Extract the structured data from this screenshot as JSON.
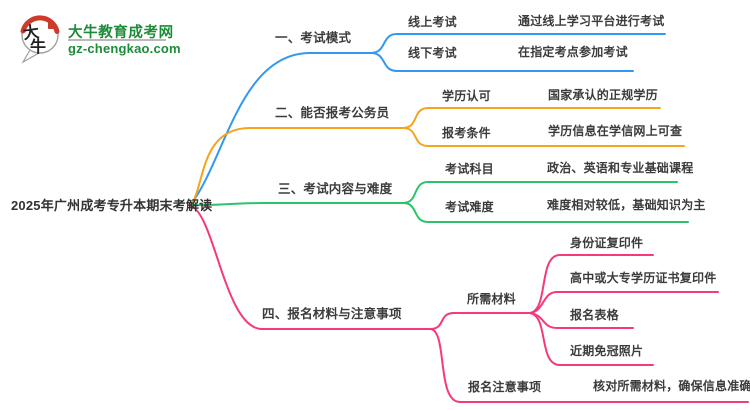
{
  "logo": {
    "bubble_char_1": "大",
    "bubble_char_2": "牛",
    "site_name": "大牛教育成考网",
    "site_url": "gz-chengkao.com"
  },
  "colors": {
    "branch_blue": "#3398f0",
    "branch_orange": "#f7a41d",
    "branch_green": "#2cc36a",
    "branch_pink": "#f5397d",
    "text": "#3c3c3c",
    "logo_green": "#1e8b3b",
    "logo_red": "#ce3a2c",
    "bubble_outline": "#a0a0a0"
  },
  "central_topic": "2025年广州成考专升本期末考解读",
  "branches": [
    {
      "label": "一、考试模式",
      "children": [
        {
          "label": "线上考试",
          "detail": "通过线上学习平台进行考试"
        },
        {
          "label": "线下考试",
          "detail": "在指定考点参加考试"
        }
      ]
    },
    {
      "label": "二、能否报考公务员",
      "children": [
        {
          "label": "学历认可",
          "detail": "国家承认的正规学历"
        },
        {
          "label": "报考条件",
          "detail": "学历信息在学信网上可查"
        }
      ]
    },
    {
      "label": "三、考试内容与难度",
      "children": [
        {
          "label": "考试科目",
          "detail": "政治、英语和专业基础课程"
        },
        {
          "label": "考试难度",
          "detail": "难度相对较低，基础知识为主"
        }
      ]
    },
    {
      "label": "四、报名材料与注意事项",
      "children": [
        {
          "label": "所需材料",
          "items": [
            "身份证复印件",
            "高中或大专学历证书复印件",
            "报名表格",
            "近期免冠照片"
          ]
        },
        {
          "label": "报名注意事项",
          "detail": "核对所需材料，确保信息准确"
        }
      ]
    }
  ]
}
